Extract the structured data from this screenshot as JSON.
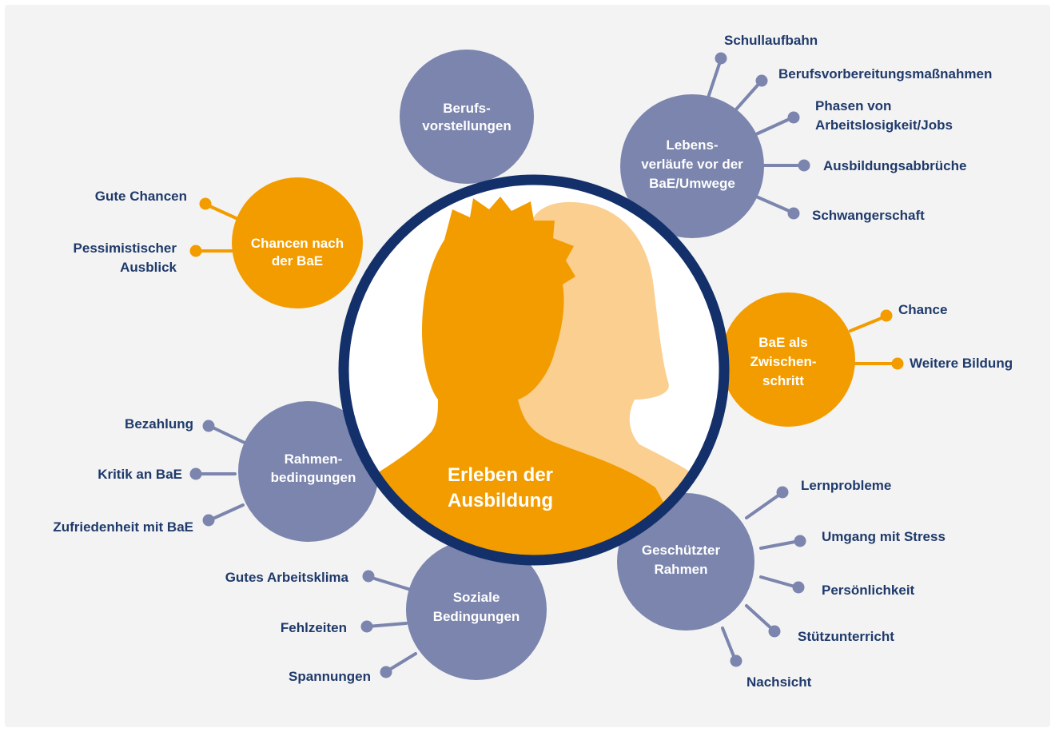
{
  "colors": {
    "background": "#f3f3f3",
    "slate": "#7b85ad",
    "orange": "#f39c00",
    "orange_light": "#fbcf8f",
    "navy": "#13306b",
    "text_dark": "#1f3a6b",
    "white": "#ffffff"
  },
  "center": {
    "label_line1": "Erleben der",
    "label_line2": "Ausbildung"
  },
  "nodes": {
    "berufsvorstellungen": {
      "line1": "Berufs-",
      "line2": "vorstellungen"
    },
    "lebensverlaeufe": {
      "line1": "Lebens-",
      "line2": "verläufe vor der",
      "line3": "BaE/Umwege",
      "leaves": {
        "schullaufbahn": "Schullaufbahn",
        "berufsvorbereitung": "Berufsvorbereitungsmaßnahmen",
        "phasen_line1": "Phasen von",
        "phasen_line2": "Arbeitslosigkeit/Jobs",
        "abbrueche": "Ausbildungsabbrüche",
        "schwangerschaft": "Schwangerschaft"
      }
    },
    "chancen": {
      "line1": "Chancen nach",
      "line2": "der BaE",
      "leaves": {
        "gute_chancen": "Gute Chancen",
        "pessimistisch_line1": "Pessimistischer",
        "pessimistisch_line2": "Ausblick"
      }
    },
    "zwischenschritt": {
      "line1": "BaE als",
      "line2": "Zwischen-",
      "line3": "schritt",
      "leaves": {
        "chance": "Chance",
        "weitere_bildung": "Weitere Bildung"
      }
    },
    "rahmenbedingungen": {
      "line1": "Rahmen-",
      "line2": "bedingungen",
      "leaves": {
        "bezahlung": "Bezahlung",
        "kritik": "Kritik an BaE",
        "zufriedenheit": "Zufriedenheit mit BaE"
      }
    },
    "soziale": {
      "line1": "Soziale",
      "line2": "Bedingungen",
      "leaves": {
        "arbeitsklima": "Gutes Arbeitsklima",
        "fehlzeiten": "Fehlzeiten",
        "spannungen": "Spannungen"
      }
    },
    "geschuetzt": {
      "line1": "Geschützter",
      "line2": "Rahmen",
      "leaves": {
        "lernprobleme": "Lernprobleme",
        "stress": "Umgang mit Stress",
        "persoenlichkeit": "Persönlichkeit",
        "stuetzunterricht": "Stützunterricht",
        "nachsicht": "Nachsicht"
      }
    }
  }
}
